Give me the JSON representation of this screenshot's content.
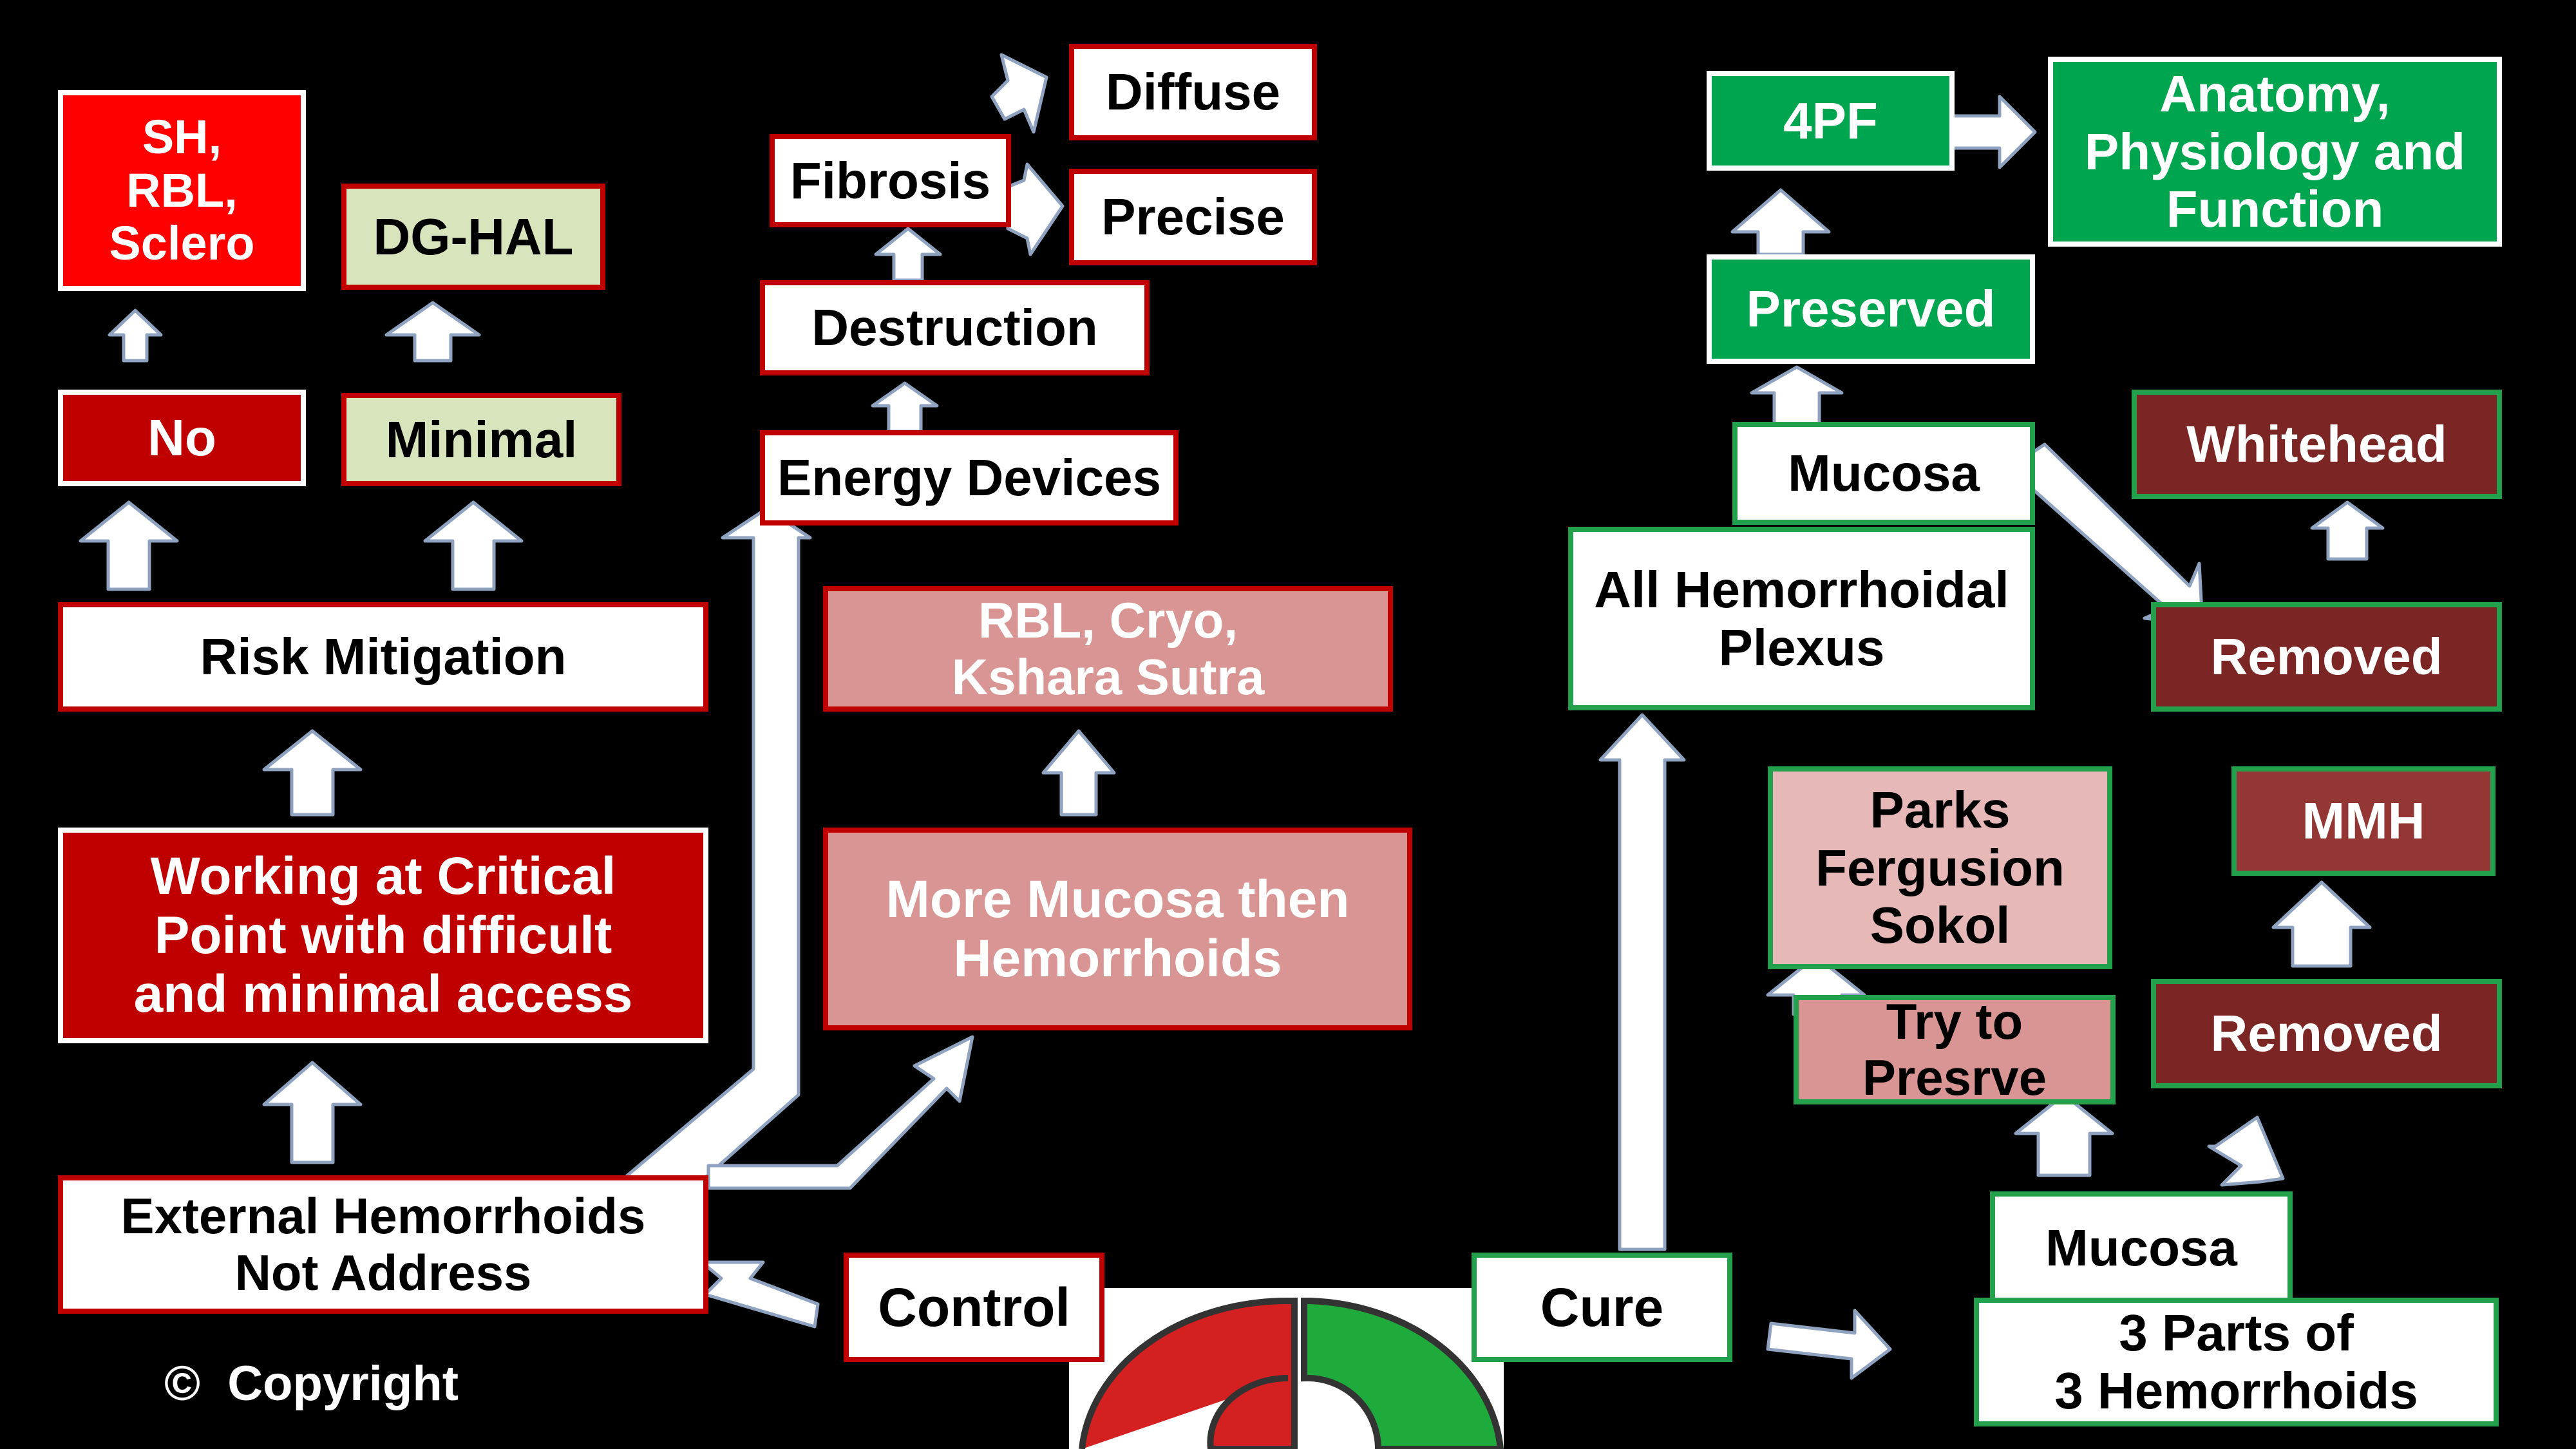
{
  "diagram": {
    "copyright": "©  Copyright",
    "nodes": {
      "sh_rbl_sclero": "SH,\nRBL,\nSclero",
      "dg_hal": "DG-HAL",
      "no": "No",
      "minimal": "Minimal",
      "risk_mitigation": "Risk Mitigation",
      "critical_point": "Working at Critical\nPoint with difficult\nand minimal  access",
      "external_hemorrhoids": "External Hemorrhoids\nNot Address",
      "control": "Control",
      "diffuse": "Diffuse",
      "fibrosis": "Fibrosis",
      "precise": "Precise",
      "destruction": "Destruction",
      "energy_devices": "Energy Devices",
      "rbl_cryo": "RBL, Cryo,\nKshara Sutra",
      "more_mucosa": "More Mucosa then\nHemorrhoids",
      "four_pf": "4PF",
      "anatomy": "Anatomy,\nPhysiology and\nFunction",
      "preserved": "Preserved",
      "mucosa_top": "Mucosa",
      "whitehead": "Whitehead",
      "all_plexus": "All Hemorrhoidal\nPlexus",
      "removed_top": "Removed",
      "parks": "Parks\nFergusion\nSokol",
      "mmh": "MMH",
      "try_preserve": "Try to\nPresrve",
      "removed_bottom": "Removed",
      "cure": "Cure",
      "mucosa_bottom": "Mucosa",
      "three_parts": "3 Parts of\n3 Hemorrhoids"
    },
    "colors": {
      "red": "#ff0000",
      "dark_red": "#c00000",
      "beige": "#d8e4bc",
      "pink": "#d99594",
      "green": "#00a550",
      "brown": "#7b2524",
      "gauge_red": "#d42020",
      "gauge_green": "#1faa3c"
    }
  }
}
